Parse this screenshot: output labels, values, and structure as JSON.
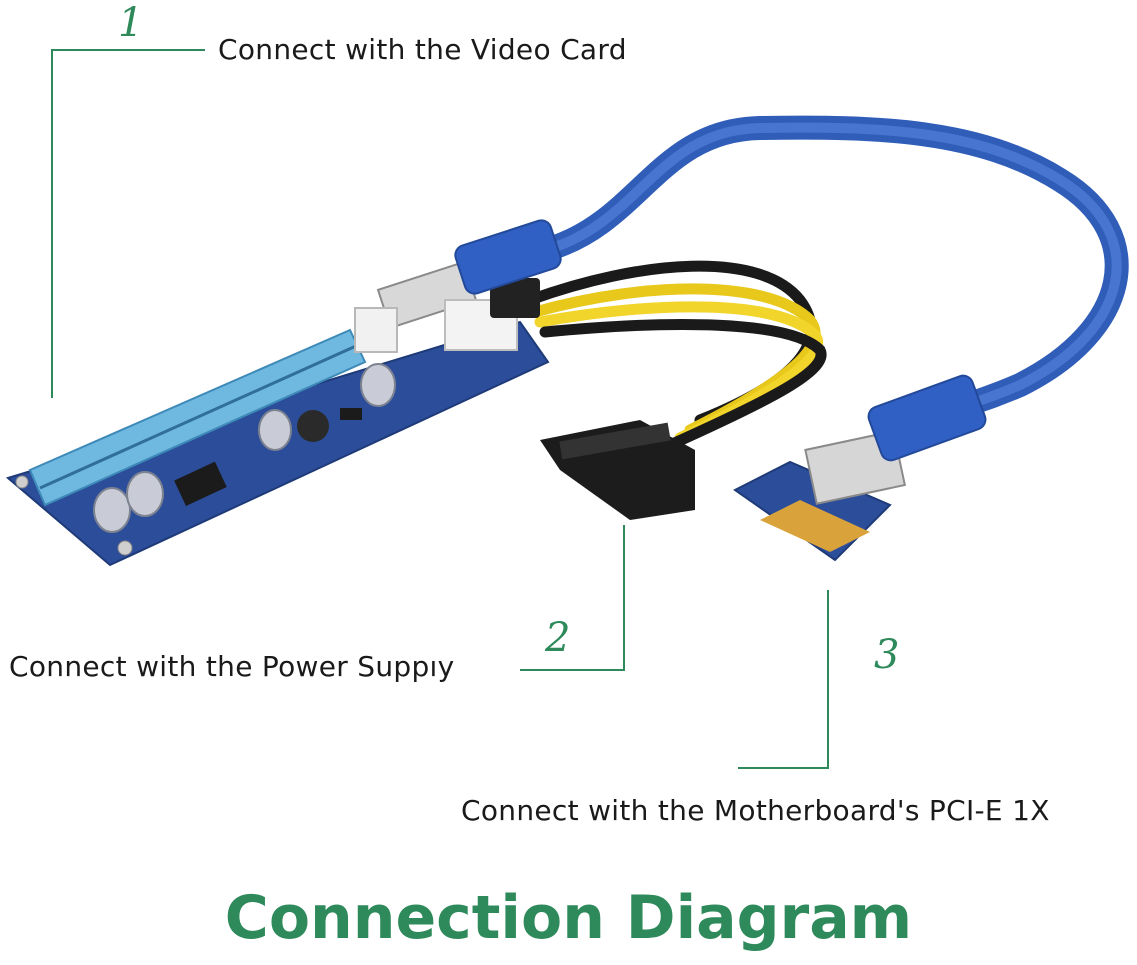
{
  "callouts": [
    {
      "number": "1",
      "text": "Connect with the Video Card"
    },
    {
      "number": "2",
      "text": "Connect with the Power Suppıy"
    },
    {
      "number": "3",
      "text": "Connect with the Motherboard's PCI-E 1X"
    }
  ],
  "title": "Connection Diagram",
  "colors": {
    "accent": "#2e8a5a",
    "cable": "#3f6bc9",
    "pcb": "#2c4e9a",
    "slot": "#6fb8e0",
    "gold": "#d9a23a"
  }
}
